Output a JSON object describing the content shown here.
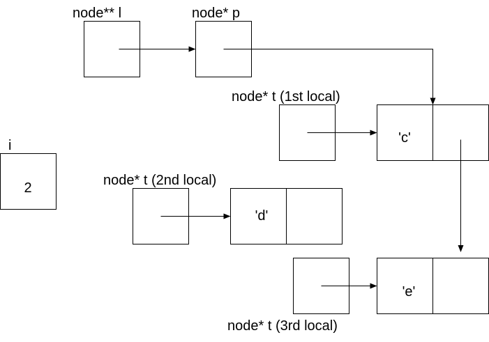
{
  "labels": {
    "node_l": "node** l",
    "node_p": "node* p",
    "t_first": "node* t (1st local)",
    "t_second": "node* t (2nd local)",
    "t_third": "node* t (3rd local)",
    "i": "i"
  },
  "values": {
    "i": "2",
    "node_c": "'c'",
    "node_d": "'d'",
    "node_e": "'e'"
  },
  "colors": {
    "stroke": "#000000",
    "background": "#ffffff"
  }
}
